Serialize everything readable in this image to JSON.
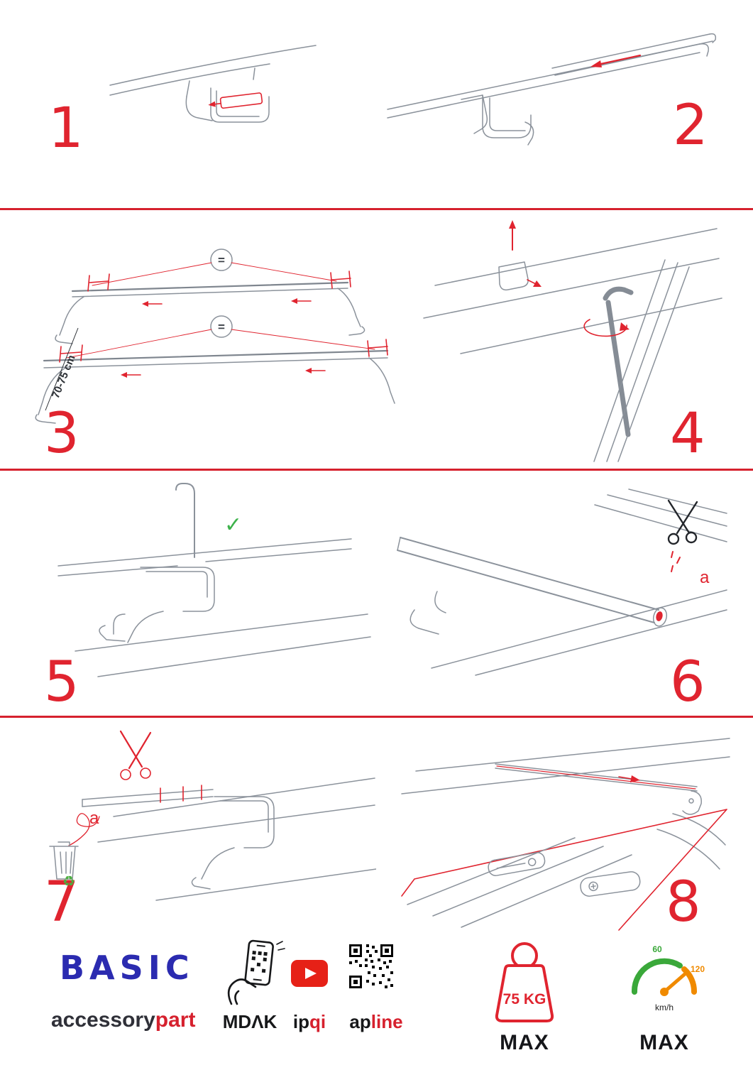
{
  "page": {
    "accent_red": "#e0242f",
    "divider_red": "#d6212e",
    "line_gray": "#8b929b",
    "check_green": "#3db24b",
    "recycle_green": "#4caf3f",
    "brand_blue": "#2b2bb0"
  },
  "steps": [
    {
      "number": "1"
    },
    {
      "number": "2"
    },
    {
      "number": "3",
      "dimension_label": "70-75 cm",
      "equal_symbol": "="
    },
    {
      "number": "4"
    },
    {
      "number": "5",
      "check_symbol": "✓"
    },
    {
      "number": "6",
      "cut_label": "a"
    },
    {
      "number": "7",
      "cut_label": "a",
      "recycle_symbol": "♻"
    },
    {
      "number": "8"
    }
  ],
  "footer": {
    "brand_title": "BASIC",
    "brand_sub_black": "accessory",
    "brand_sub_red": "part",
    "phone_label": "MDΛK",
    "youtube_label_black": "ip",
    "youtube_label_red": "qi",
    "qr_label_black": "ap",
    "qr_label_red": "line",
    "weight_value": "75 KG",
    "weight_max": "MAX",
    "speed_low": "60",
    "speed_high": "120",
    "speed_unit": "km/h",
    "speed_max": "MAX"
  }
}
